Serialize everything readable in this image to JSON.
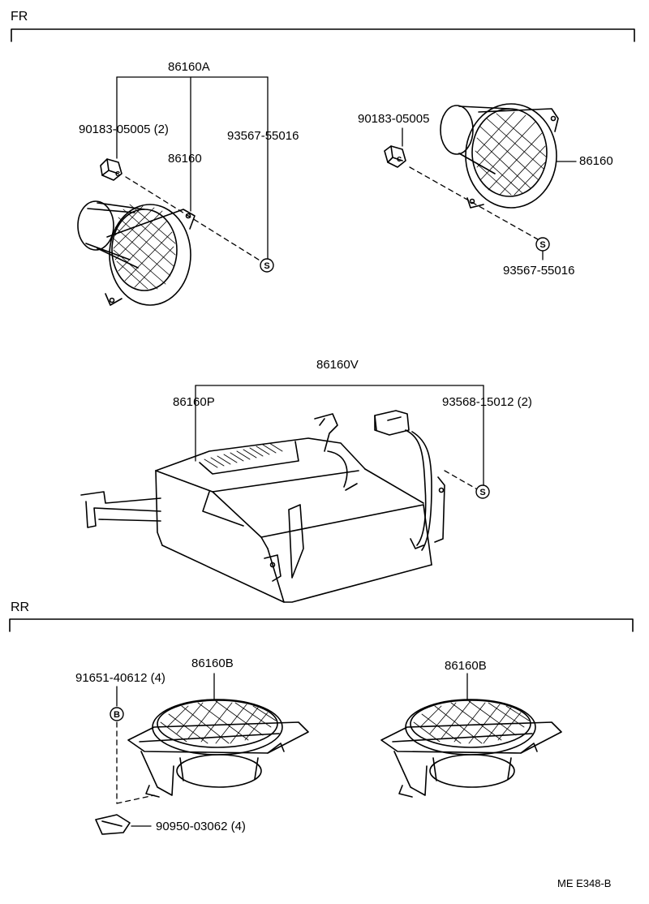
{
  "sections": {
    "front": "FR",
    "rear": "RR"
  },
  "labels": {
    "assy_fr": "86160A",
    "speaker_fr_left": "86160",
    "speaker_fr_right": "86160",
    "clip_fr_left": "90183-05005 (2)",
    "clip_fr_right": "90183-05005",
    "screw_fr_left": "93567-55016",
    "screw_fr_right": "93567-55016",
    "amp_assy": "86160V",
    "amp": "86160P",
    "amp_screw": "93568-15012 (2)",
    "rr_speaker_left": "86160B",
    "rr_speaker_right": "86160B",
    "rr_bolt": "91651-40612 (4)",
    "rr_nut": "90950-03062 (4)"
  },
  "callouts": {
    "screw": "S",
    "bolt": "B",
    "clip": "c"
  },
  "reference": "ME E348-B"
}
